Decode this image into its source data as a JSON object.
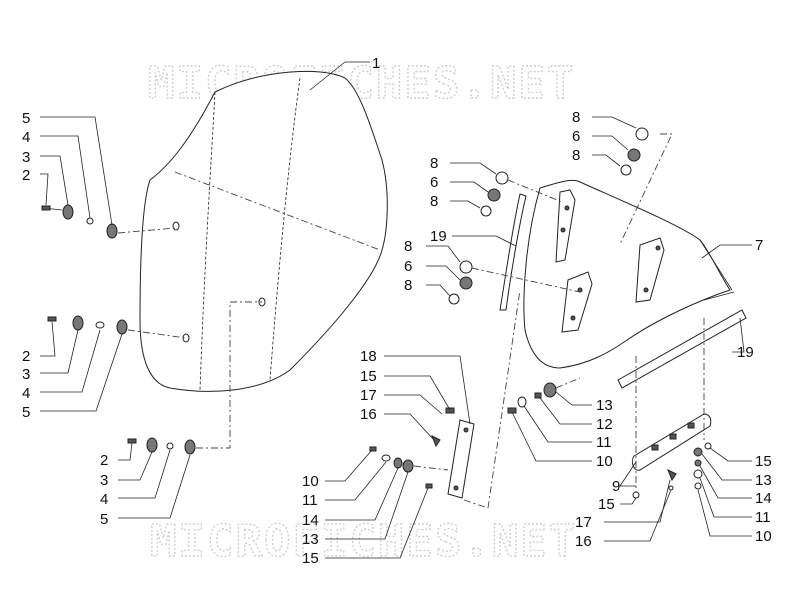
{
  "watermark": {
    "top": "MICROFICHES.NET",
    "bottom": "MICROFICHES.NET"
  },
  "callouts": {
    "c1": "1",
    "c5a": "5",
    "c4a": "4",
    "c3a": "3",
    "c2a": "2",
    "c2b": "2",
    "c3b": "3",
    "c4b": "4",
    "c5b": "5",
    "c2c": "2",
    "c3c": "3",
    "c4c": "4",
    "c5c": "5",
    "c18": "18",
    "c15a": "15",
    "c17a": "17",
    "c16a": "16",
    "c10a": "10",
    "c11a": "11",
    "c14a": "14",
    "c13a": "13",
    "c15b": "15",
    "c8a": "8",
    "c6a": "6",
    "c8b": "8",
    "c8c": "8",
    "c6b": "6",
    "c8d": "8",
    "c8e": "8",
    "c6c": "6",
    "c8f": "8",
    "c19a": "19",
    "c7": "7",
    "c19b": "19",
    "c13b": "13",
    "c12": "12",
    "c11b": "11",
    "c10b": "10",
    "c9": "9",
    "c15c": "15",
    "c17b": "17",
    "c16b": "16",
    "c15d": "15",
    "c13c": "13",
    "c14b": "14",
    "c11c": "11",
    "c10c": "10"
  }
}
